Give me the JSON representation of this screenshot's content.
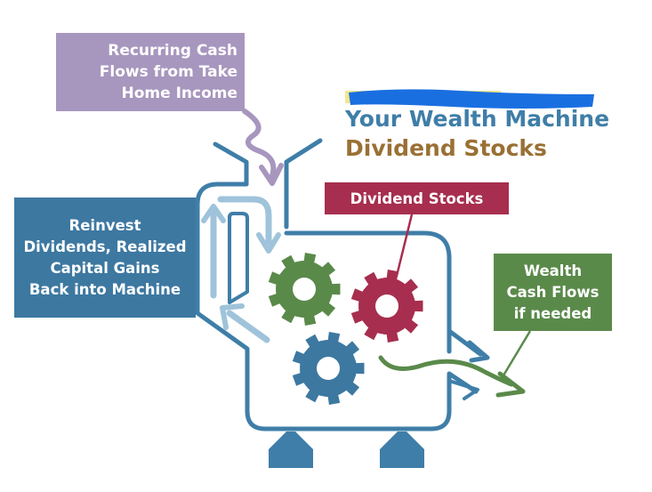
{
  "labels": {
    "recurring": [
      "Recurring Cash",
      "Flows from Take",
      "Home Income"
    ],
    "reinvest": [
      "Reinvest",
      "Dividends, Realized",
      "Capital Gains",
      "Back into Machine"
    ],
    "dividend_stocks": "Dividend Stocks",
    "wealth": [
      "Wealth",
      "Cash Flows",
      "if needed"
    ]
  },
  "title": {
    "line1": "Your Wealth Machine",
    "line2": "Dividend Stocks"
  },
  "colors": {
    "machine_outline": "#3f7ea8",
    "recirculation_arrow": "#9fc3da",
    "input_arrow": "#a796be",
    "gear_green": "#5a8a4a",
    "gear_red": "#a72e4e",
    "gear_blue": "#3d78a1",
    "output_arrow": "#5a8a4a",
    "highlight_scribble": "#1a6fe0",
    "highlight_yellow": "#f2e27a"
  },
  "icons": [
    "gear-icon",
    "gear-icon",
    "gear-icon",
    "arrow-icon"
  ]
}
